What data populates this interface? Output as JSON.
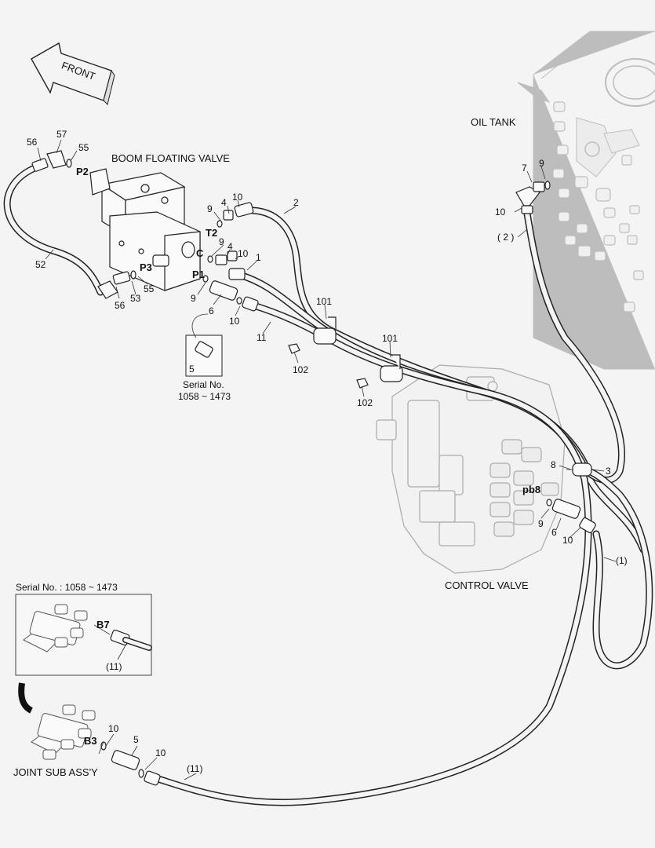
{
  "labels": {
    "front": "FRONT",
    "boom_floating_valve": "BOOM FLOATING VALVE",
    "oil_tank": "OIL TANK",
    "control_valve": "CONTROL VALVE",
    "joint_sub_assy": "JOINT SUB ASS'Y",
    "serial_no_left": "Serial No.",
    "serial_range_left": "1058 ~ 1473",
    "serial_inset": "Serial No. : 1058 ~ 1473"
  },
  "ports": {
    "p2": "P2",
    "p3": "P3",
    "t2": "T2",
    "c": "C",
    "p1": "P1",
    "pb8": "pb8",
    "b7": "B7",
    "b3": "B3"
  },
  "callouts": {
    "n56a": "56",
    "n57": "57",
    "n55a": "55",
    "n52": "52",
    "n56b": "56",
    "n53": "53",
    "n55b": "55",
    "n9a": "9",
    "n4a": "4",
    "n10a": "10",
    "n2": "2",
    "n9b": "9",
    "n4b": "4",
    "n10b": "10",
    "n1": "1",
    "n9c": "9",
    "n6a": "6",
    "n10c": "10",
    "n11": "11",
    "n5a": "5",
    "n101a": "101",
    "n102a": "102",
    "n101b": "101",
    "n102b": "102",
    "n7": "7",
    "n9d": "9",
    "n10d": "10",
    "n2p": "( 2 )",
    "n8": "8",
    "n3": "3",
    "n9e": "9",
    "n6b": "6",
    "n10e": "10",
    "n1p": "(1)",
    "n11p_inset": "(11)",
    "n10f": "10",
    "n5b": "5",
    "n10g": "10",
    "n11p": "(11)"
  }
}
